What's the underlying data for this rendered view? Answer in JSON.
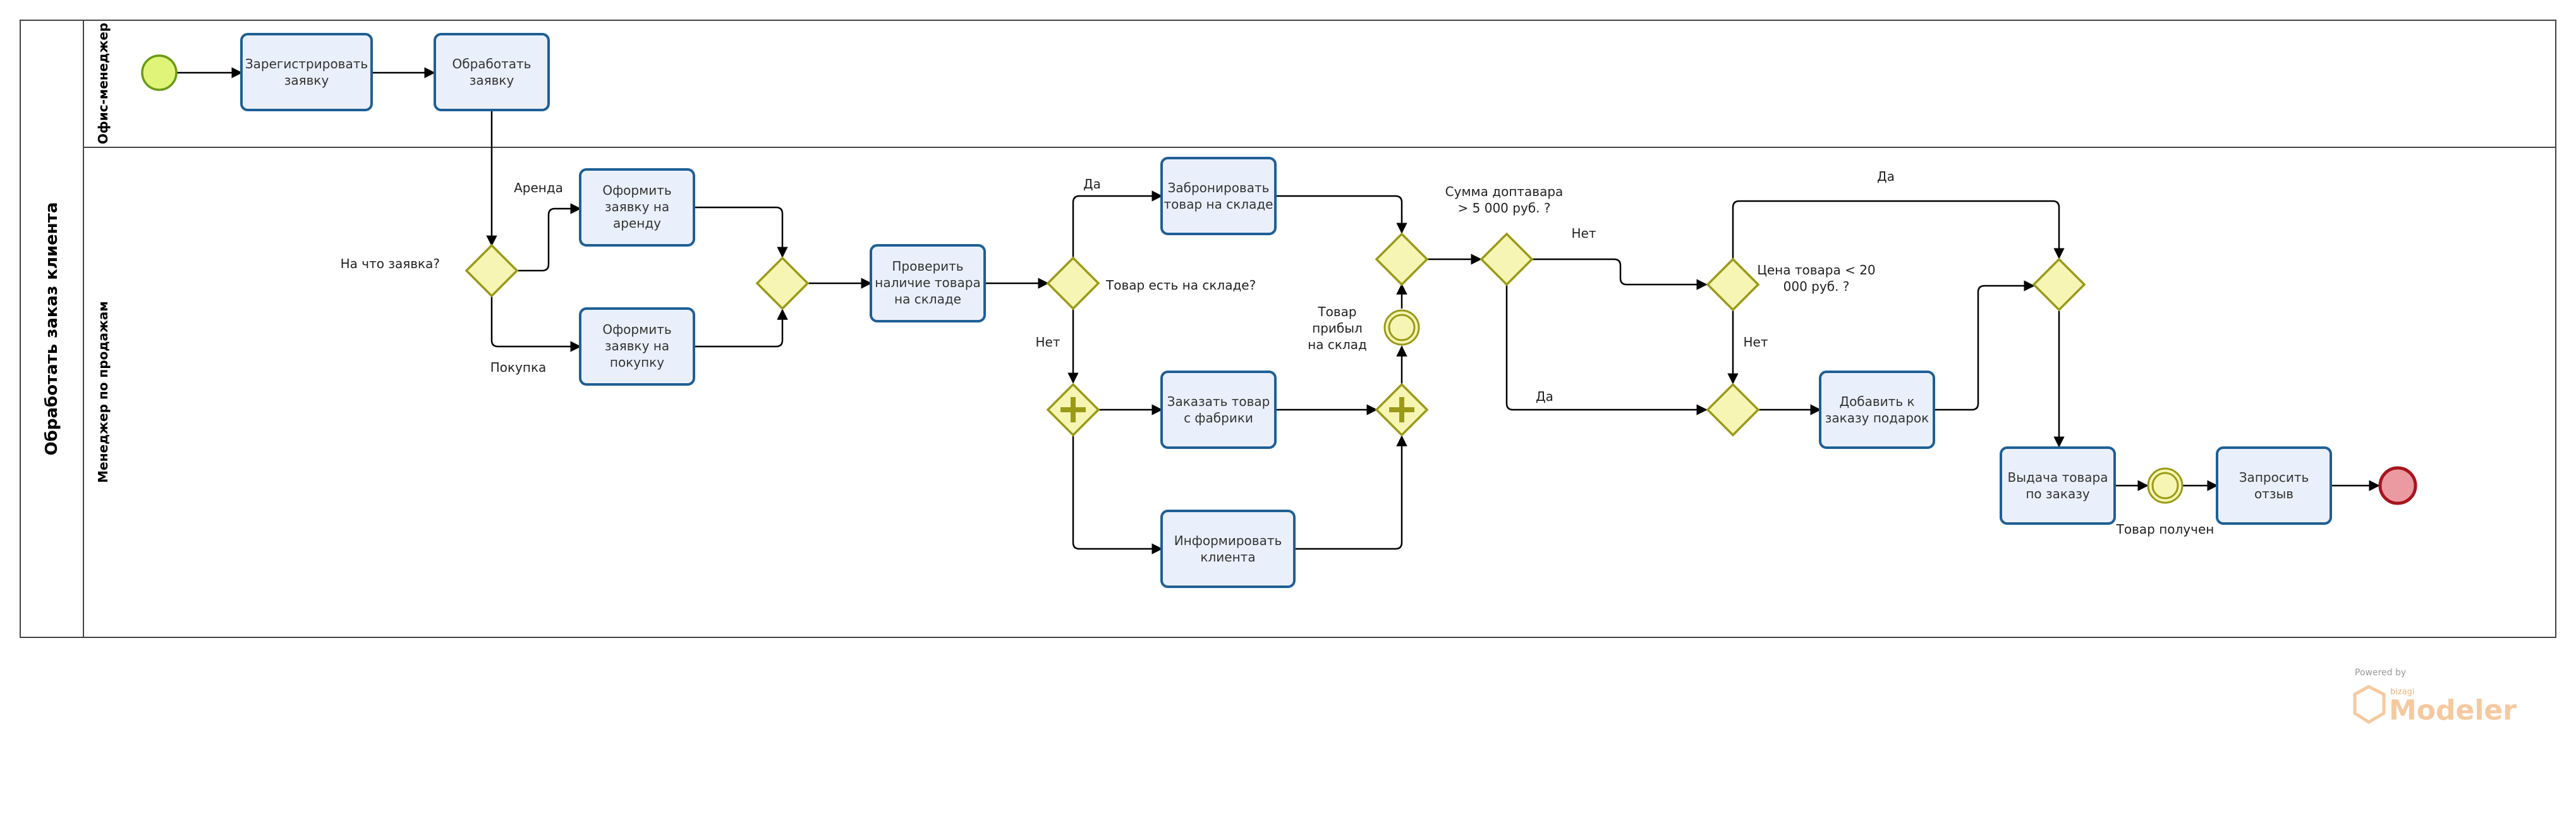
{
  "pool": {
    "title": "Обработать заказ клиента"
  },
  "lanes": [
    {
      "title": "Офис-менеджер"
    },
    {
      "title": "Менеджер по продажам"
    }
  ],
  "tasks": {
    "register": [
      "Зарегистрировать",
      "заявку"
    ],
    "process": [
      "Обработать",
      "заявку"
    ],
    "rent": [
      "Оформить",
      "заявку на",
      "аренду"
    ],
    "purchase": [
      "Оформить",
      "заявку на",
      "покупку"
    ],
    "check_stock": [
      "Проверить",
      "наличие товара",
      "на складе"
    ],
    "reserve": [
      "Забронировать",
      "товар на складе"
    ],
    "order_factory": [
      "Заказать товар",
      "с фабрики"
    ],
    "inform": [
      "Информировать",
      "клиента"
    ],
    "add_gift": [
      "Добавить к",
      "заказу подарок"
    ],
    "deliver": [
      "Выдача товара",
      "по заказу"
    ],
    "feedback": [
      "Запросить",
      "отзыв"
    ]
  },
  "labels": {
    "what_request": "На что заявка?",
    "rent_branch": "Аренда",
    "purchase_branch": "Покупка",
    "yes_stock": "Да",
    "no_stock": "Нет",
    "in_stock_q": "Товар есть на складе?",
    "arrived": [
      "Товар",
      "прибыл",
      "на склад"
    ],
    "sum_q": [
      "Сумма доптавара",
      "> 5 000 руб. ?"
    ],
    "no_sum": "Нет",
    "yes_sum": "Да",
    "price_q": [
      "Цена товара < 20",
      "000 руб. ?"
    ],
    "yes_price": "Да",
    "no_price": "Нет",
    "received": "Товар получен"
  },
  "watermark": {
    "powered": "Powered by",
    "brand_small": "bizagi",
    "brand": "Modeler"
  }
}
